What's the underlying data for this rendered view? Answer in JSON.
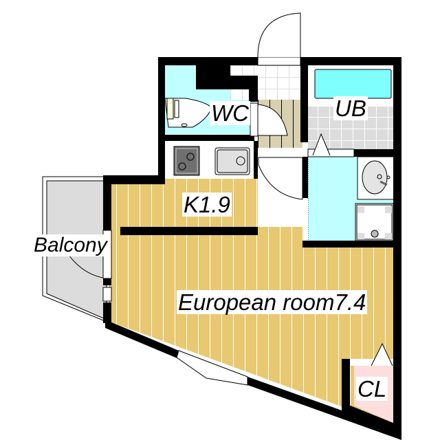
{
  "plan": {
    "rooms": [
      {
        "id": "wc",
        "label": "WC"
      },
      {
        "id": "ub",
        "label": "UB"
      },
      {
        "id": "kitchen",
        "label": "K1.9"
      },
      {
        "id": "balcony",
        "label": "Balcony"
      },
      {
        "id": "european_room",
        "label": "European room7.4"
      },
      {
        "id": "closet",
        "label": "CL"
      }
    ]
  },
  "colors": {
    "wall": "#000000",
    "floor_wood": "#e8c870",
    "wet_area_cyan": "#c0ffff",
    "bathtub_cyan": "#80ffff",
    "tile_gray": "#dcdcdc",
    "entry_tile": "#ffffff",
    "entry_step": "#d8d0b0",
    "closet_pink": "#fddede",
    "balcony_gray": "#dcdcdc"
  }
}
